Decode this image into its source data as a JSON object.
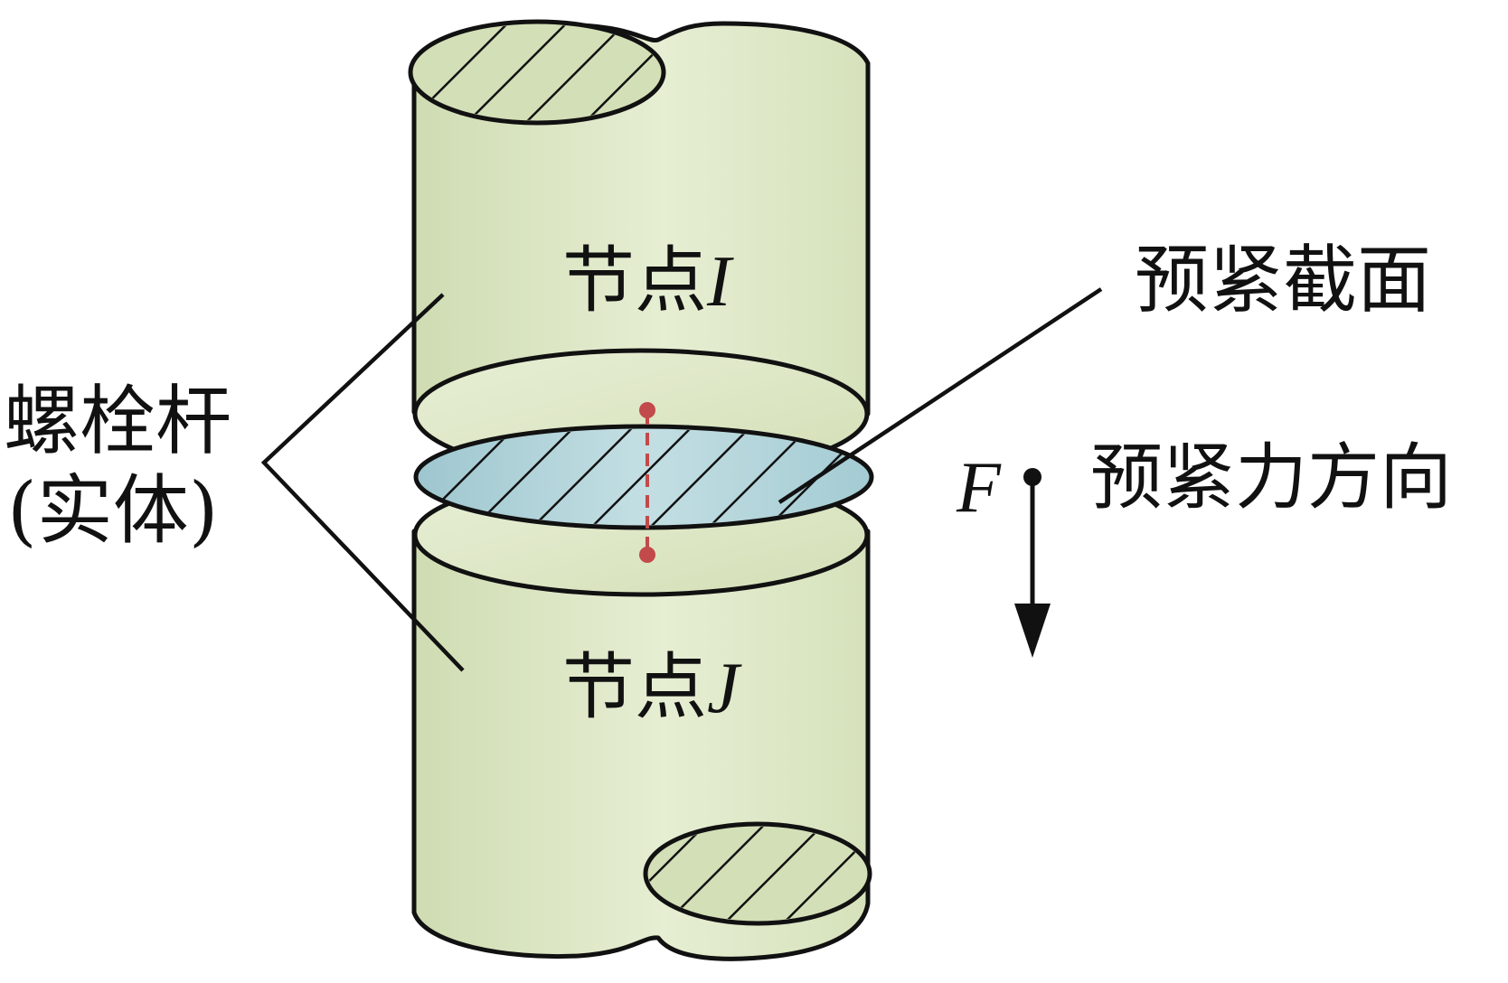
{
  "labels": {
    "bolt_shank_line1": "螺栓杆",
    "bolt_shank_line2": "(实体)",
    "node_i_prefix": "节点",
    "node_i_letter": "I",
    "node_j_prefix": "节点",
    "node_j_letter": "J",
    "pretension_section": "预紧截面",
    "force_symbol": "F",
    "force_direction": "预紧力方向"
  },
  "colors": {
    "body_fill": "#d9e4c0",
    "section_fill": "#a9cfd6",
    "outline": "#111111",
    "node_marker": "#c24a4a"
  }
}
